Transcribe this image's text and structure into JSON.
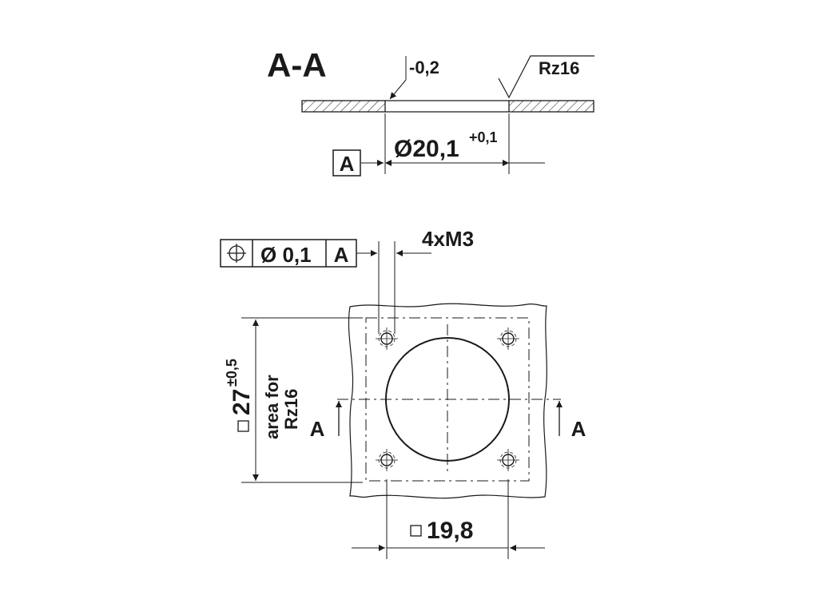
{
  "section": {
    "title": "A-A",
    "tolerance_label": "-0,2",
    "roughness_label": "Rz16",
    "datum_letter": "A",
    "diameter_label": "Ø20,1",
    "diameter_tolerance": "+0,1"
  },
  "plan": {
    "feature_frame": {
      "symbol": "position",
      "value": "Ø 0,1",
      "datum": "A"
    },
    "hole_callout": "4xM3",
    "square_size": "27",
    "square_tolerance": "±0,5",
    "area_label_line1": "area for",
    "area_label_line2": "Rz16",
    "section_marker_left": "A",
    "section_marker_right": "A",
    "hole_spacing": "19,8"
  }
}
